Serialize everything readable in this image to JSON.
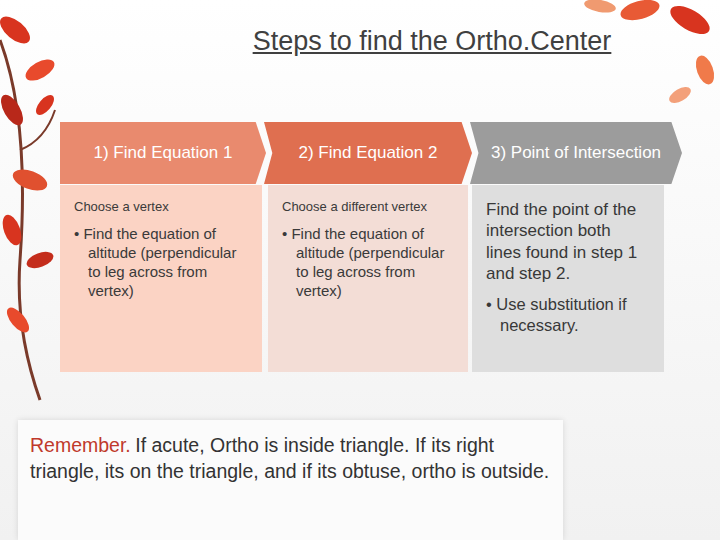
{
  "diagram": {
    "title": "Steps to find the Ortho.Center",
    "nodes": [
      {
        "text": [
          "1) Find Equation 1"
        ]
      },
      {
        "text": [
          "Choose a vertex",
          "• Find the equation of altitude (perpendicular to leg across from vertex)"
        ]
      },
      {
        "text": [
          "2) Find Equation 2"
        ]
      },
      {
        "text": [
          "Choose a different vertex",
          "• Find the equation of altitude (perpendicular to leg across from vertex)"
        ]
      },
      {
        "text": [
          "3) Point of Intersection"
        ]
      },
      {
        "text": [
          "Find the point of the intersection both lines found in step 1 and step 2.",
          "• Use substitution if necessary."
        ]
      },
      {
        "text": [
          "Remember.",
          "If acute, Ortho is inside triangle. If its right triangle, its on the triangle, and if its obtuse, ortho is outside."
        ]
      }
    ]
  }
}
